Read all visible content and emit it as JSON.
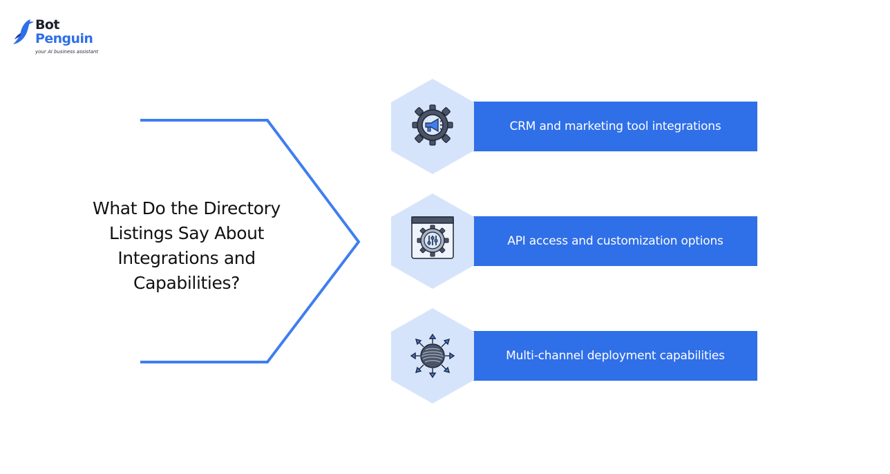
{
  "brand": {
    "name_line1": "Bot",
    "name_line2": "Penguin",
    "tagline": "your AI business assistant",
    "primary_color": "#2f6fe8",
    "dark_color": "#1b1f2a"
  },
  "diagram": {
    "question": "What Do the Directory Listings Say About Integrations and Capabilities?",
    "connector_color": "#3f7ef0",
    "hexagon_color": "#d6e4fb",
    "bar_color": "#2f6fe8",
    "items": [
      {
        "label": "CRM and marketing tool integrations",
        "icon": "megaphone-gear-icon"
      },
      {
        "label": "API access and customization options",
        "icon": "settings-window-icon"
      },
      {
        "label": "Multi-channel deployment capabilities",
        "icon": "network-globe-arrows-icon"
      }
    ]
  }
}
